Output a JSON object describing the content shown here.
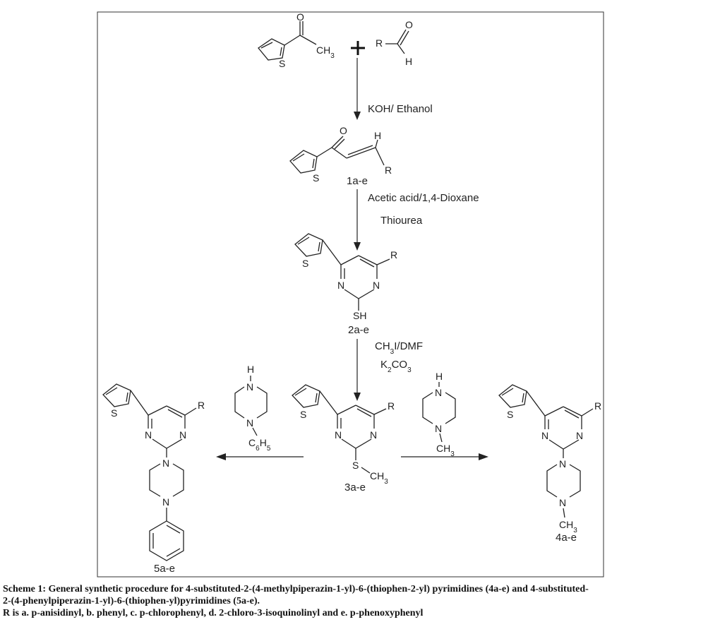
{
  "labels": {
    "r1": "R",
    "h1": "H",
    "ch3_1": "CH3",
    "koh": "KOH/ Ethanol",
    "h2": "H",
    "r2": "R",
    "cmpd1": "1a-e",
    "acetic": "Acetic acid/1,4-Dioxane",
    "thiourea": "Thiourea",
    "r3": "R",
    "sh": "SH",
    "cmpd2": "2a-e",
    "ch3i": "CH3I/DMF",
    "k2co3": "K2CO3",
    "r4": "R",
    "sch3": "CH3",
    "cmpd3": "3a-e",
    "r5": "R",
    "c6h5": "C6H5",
    "cmpd5": "5a-e",
    "r6": "R",
    "ch3_4": "CH3",
    "ch3_pip": "CH3",
    "cmpd4": "4a-e"
  },
  "atoms": {
    "o": "O",
    "s": "S",
    "n": "N",
    "h": "H"
  },
  "caption": {
    "line1": "Scheme 1: General synthetic procedure for 4-substituted-2-(4-methylpiperazin-1-yl)-6-(thiophen-2-yl) pyrimidines (4a-e) and 4-substituted-",
    "line2": "2-(4-phenylpiperazin-1-yl)-6-(thiophen-yl)pyrimidines (5a-e).",
    "line3": "R is a. p-anisidinyl, b. phenyl, c. p-chlorophenyl, d. 2-chloro-3-isoquinolinyl and e. p-phenoxyphenyl"
  }
}
